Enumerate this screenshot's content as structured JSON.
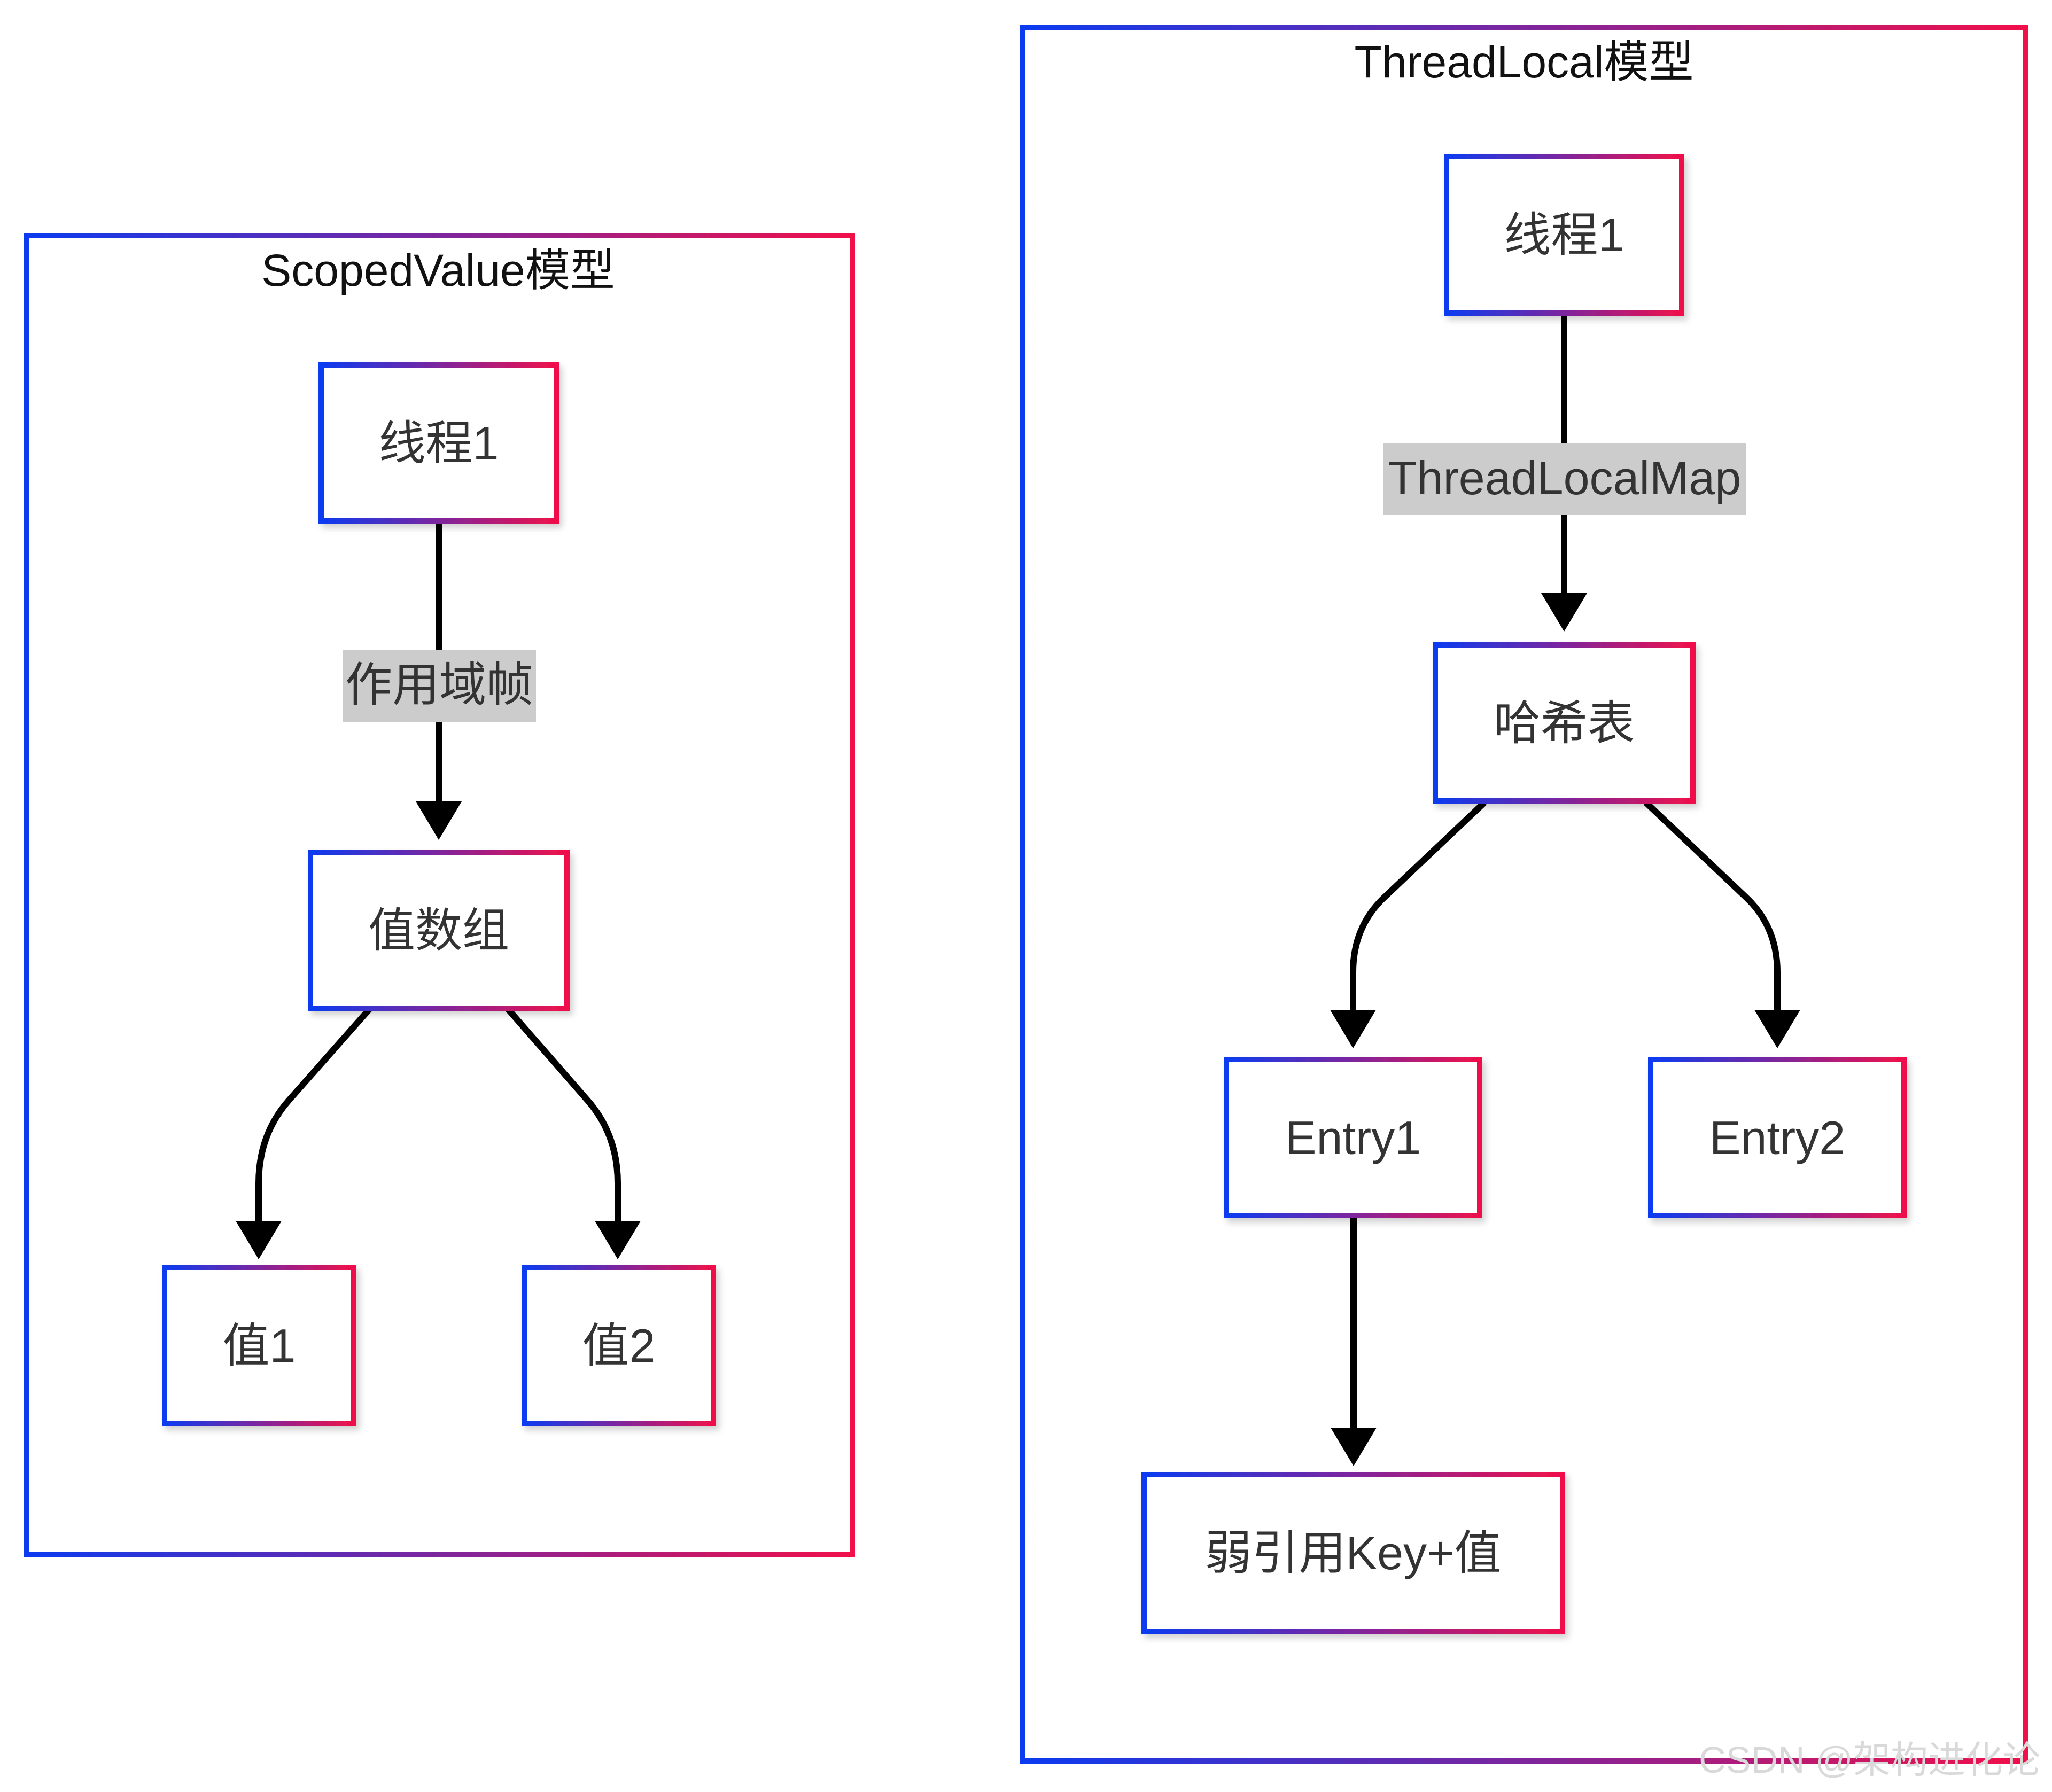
{
  "diagram": {
    "scoped": {
      "title": "ScopedValue模型",
      "nodes": {
        "thread": "线程1",
        "array": "值数组",
        "v1": "值1",
        "v2": "值2"
      },
      "edge_label": "作用域帧"
    },
    "threadlocal": {
      "title": "ThreadLocal模型",
      "nodes": {
        "thread": "线程1",
        "hash": "哈希表",
        "e1": "Entry1",
        "e2": "Entry2",
        "weak": "弱引用Key+值"
      },
      "edge_label": "ThreadLocalMap"
    }
  },
  "watermark": "CSDN @架构进化论",
  "colors": {
    "gradient_start": "#0b3bf0",
    "gradient_end": "#f0104a",
    "edge": "#000000",
    "label_bg": "#cccccc"
  }
}
